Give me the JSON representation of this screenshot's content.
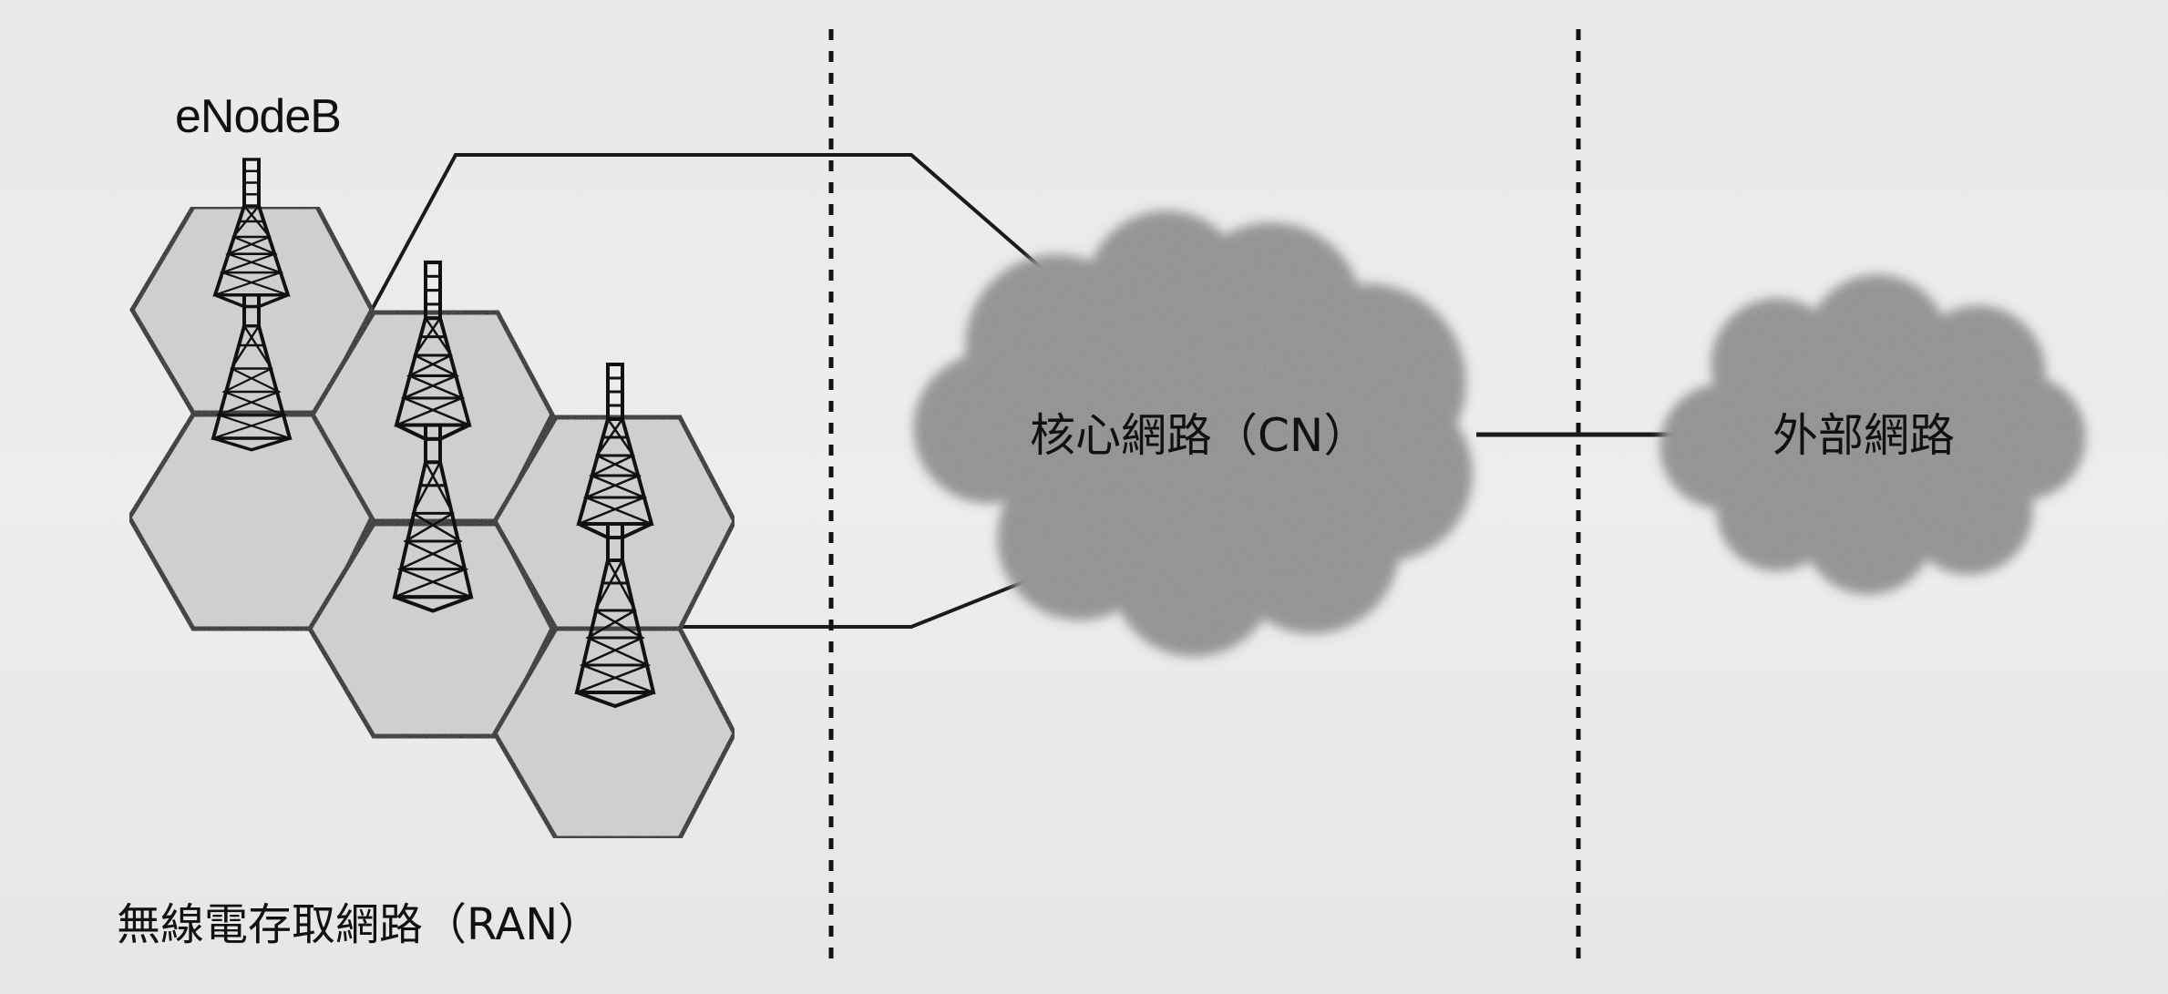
{
  "labels": {
    "enodeb": "eNodeB",
    "ran": "無線電存取網路（RAN）",
    "core_network": "核心網路（CN）",
    "external_network": "外部網路"
  },
  "cells": [
    {
      "id": "cell-1",
      "has_tower": true
    },
    {
      "id": "cell-2",
      "has_tower": true
    },
    {
      "id": "cell-3",
      "has_tower": true
    },
    {
      "id": "cell-4",
      "has_tower": true
    },
    {
      "id": "cell-5",
      "has_tower": true
    },
    {
      "id": "cell-6",
      "has_tower": true
    }
  ],
  "colors": {
    "cloud": "#8a8a8a",
    "hexagon_fill": "#d2d2d0",
    "line": "#1a1a1a"
  }
}
